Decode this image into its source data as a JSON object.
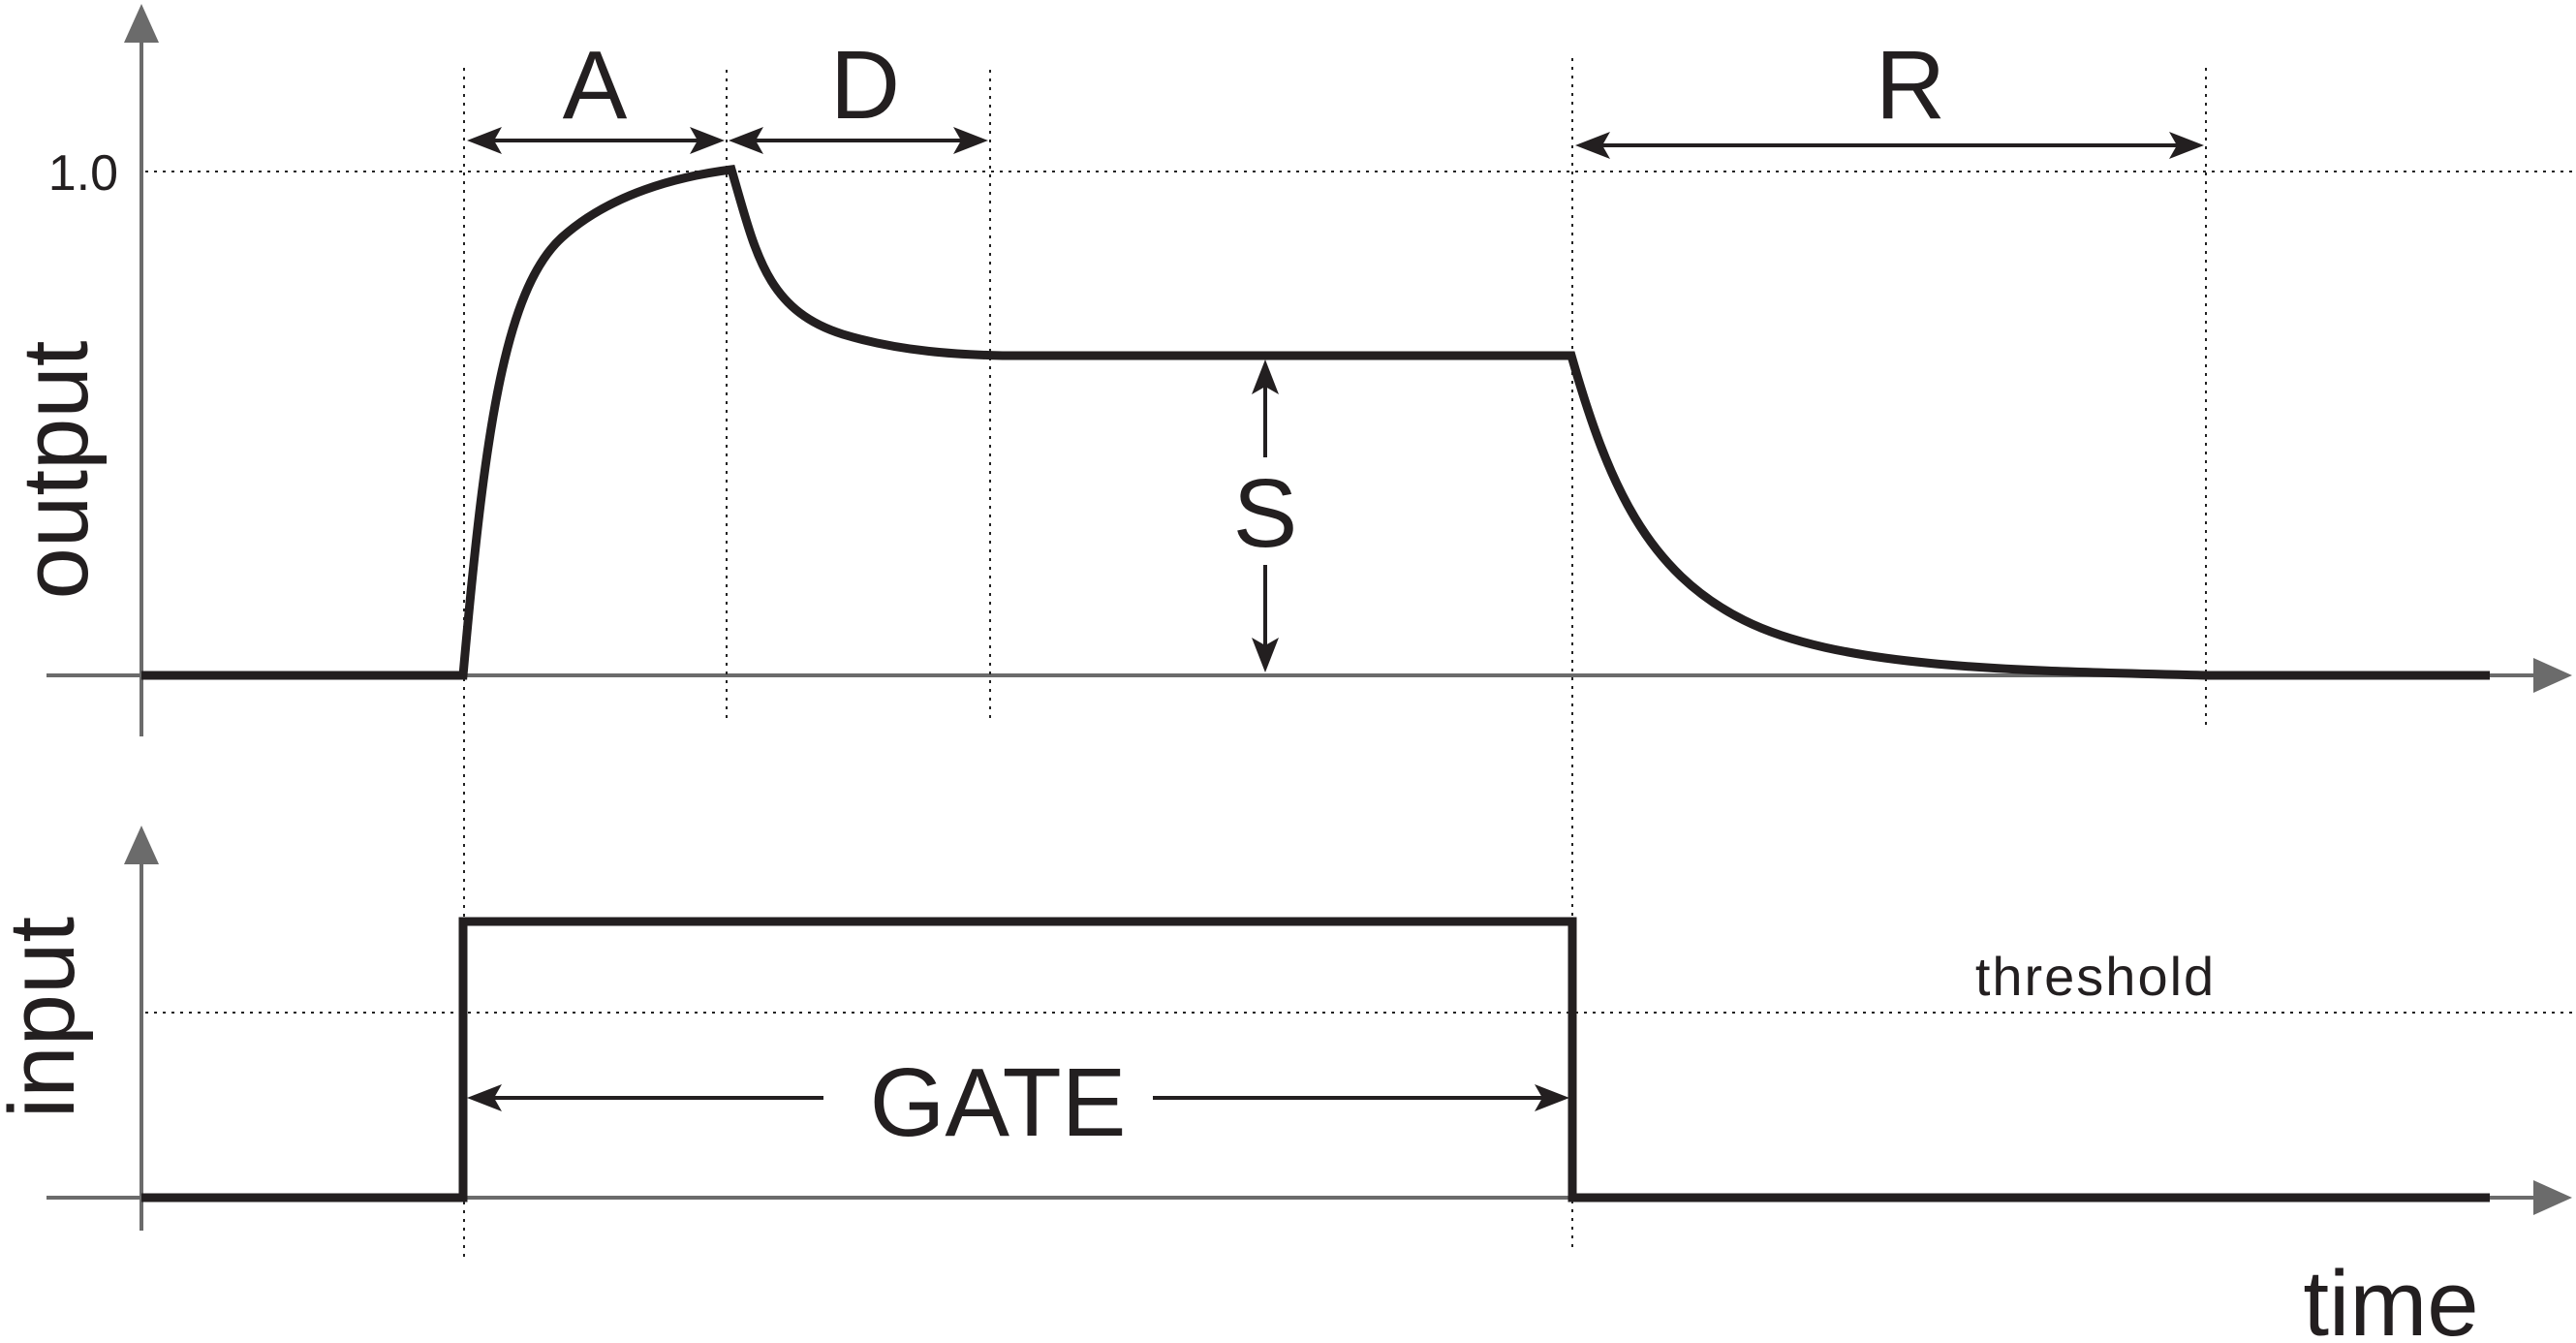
{
  "axes": {
    "output_label": "output",
    "input_label": "input",
    "time_label": "time",
    "tick_1_0": "1.0"
  },
  "phases": {
    "attack": "A",
    "decay": "D",
    "sustain": "S",
    "release": "R"
  },
  "input_signal": {
    "gate_label": "GATE",
    "threshold_label": "threshold"
  },
  "colors": {
    "curve": "#231f20",
    "axis": "#6b6b6b",
    "background": "#ffffff"
  }
}
